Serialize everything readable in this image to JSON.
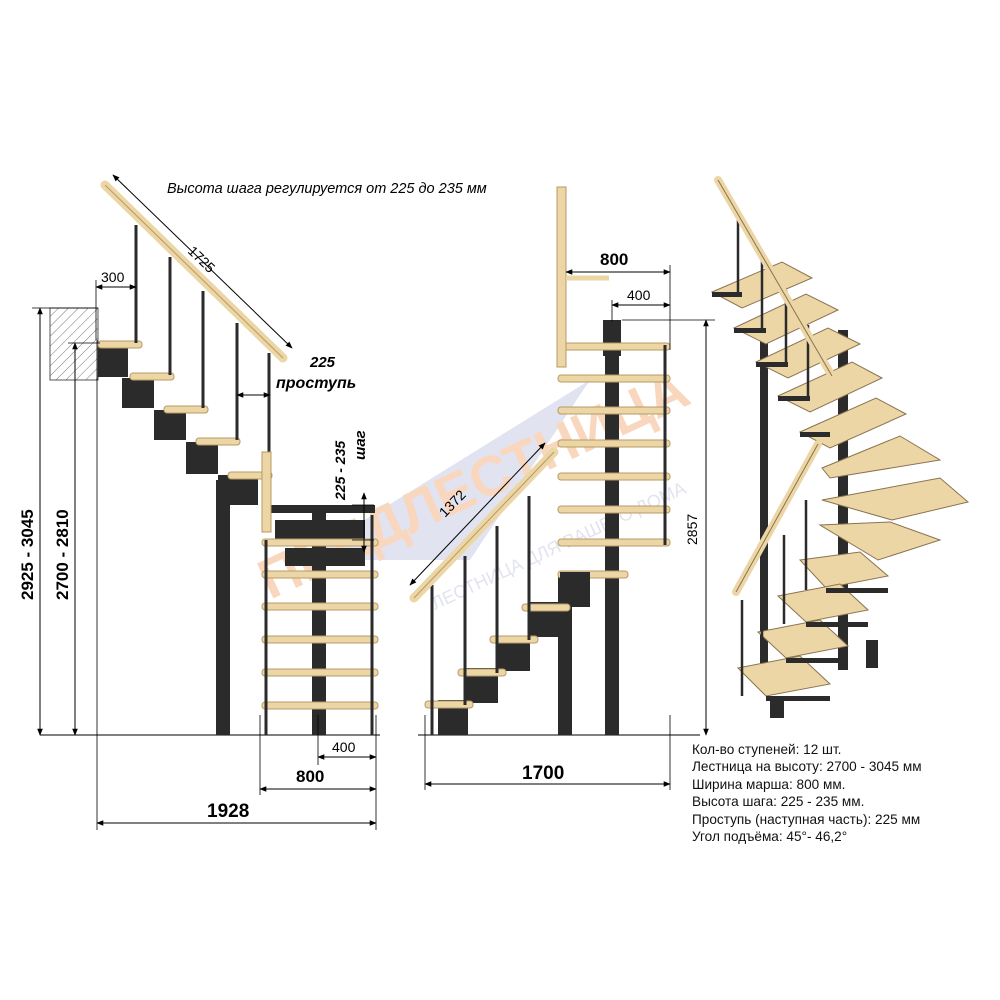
{
  "diagram": {
    "note": "Высота шага регулируется от 225 до 235 мм",
    "side_view": {
      "rail_length": "1725",
      "top_offset": "300",
      "tread_value": "225",
      "tread_label": "проступь",
      "step_value": "225 - 235",
      "step_label": "шаг",
      "height_total": "2925 - 3045",
      "height_floor": "2700 - 2810",
      "width_small": "400",
      "width_march": "800",
      "width_total": "1928"
    },
    "front_view": {
      "width_top": "800",
      "width_half": "400",
      "rail_length": "1372",
      "height": "2857",
      "width_total": "1700"
    },
    "watermark": {
      "brand": "ПРЕДЛЕСТНИЦА",
      "tagline": "ЛЕСТНИЦА ДЛЯ ВАШЕГО ДОМА"
    },
    "specs": [
      "Кол-во ступеней: 12 шт.",
      "Лестница на высоту: 2700 - 3045 мм",
      "Ширина марша: 800 мм.",
      "Высота шага: 225 - 235 мм.",
      "Проступь (наступная часть): 225 мм",
      "Угол подъёма: 45°- 46,2°"
    ],
    "colors": {
      "wood": "#ecd6a6",
      "wood_edge": "#b89a63",
      "metal": "#2b2b2b",
      "watermark_orange": "#f5b88a",
      "watermark_blue": "#c9cde6"
    }
  }
}
